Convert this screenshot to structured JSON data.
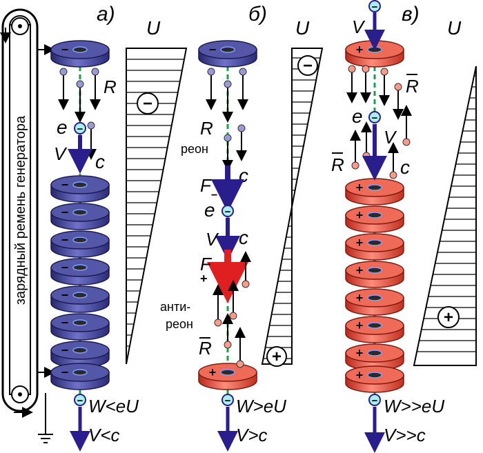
{
  "panels": {
    "a": {
      "label": "а)",
      "potential_label": "U",
      "electron_charge_sign": "−",
      "field_sign": "−",
      "electron_label": "e",
      "speed_label": "V",
      "light_label": "c",
      "reon_label": "R",
      "energy_relation": "W<eU",
      "speed_relation": "V<c"
    },
    "b": {
      "label": "б)",
      "potential_label": "U",
      "top_field_sign": "−",
      "bottom_field_sign": "+",
      "reon_label": "R",
      "reon_word": "реон",
      "light_label": "c",
      "force_minus_label": "F",
      "force_minus_sub": "−",
      "force_plus_label": "F",
      "force_plus_sub": "+",
      "electron_label": "e",
      "speed_label": "V",
      "antireon_word_1": "анти-",
      "antireon_word_2": "реон",
      "antireon_label": "R",
      "energy_relation": "W>eU",
      "speed_relation": "V>c"
    },
    "c": {
      "label": "в)",
      "potential_label": "U",
      "field_sign": "+",
      "speed_label_top": "V",
      "antireon_label_right": "R",
      "antireon_label_left": "R",
      "electron_label": "e",
      "speed_label": "V",
      "light_label": "c",
      "energy_relation": "W>>eU",
      "speed_relation": "V>>c"
    }
  },
  "belt": {
    "label": "зарядный ремень генератора"
  },
  "colors": {
    "negative_ring": "#35358f",
    "positive_ring": "#e04a3a",
    "arrow_blue": "#2a1d8c",
    "arrow_red": "#e02020",
    "axis_green": "#1aa04a"
  }
}
